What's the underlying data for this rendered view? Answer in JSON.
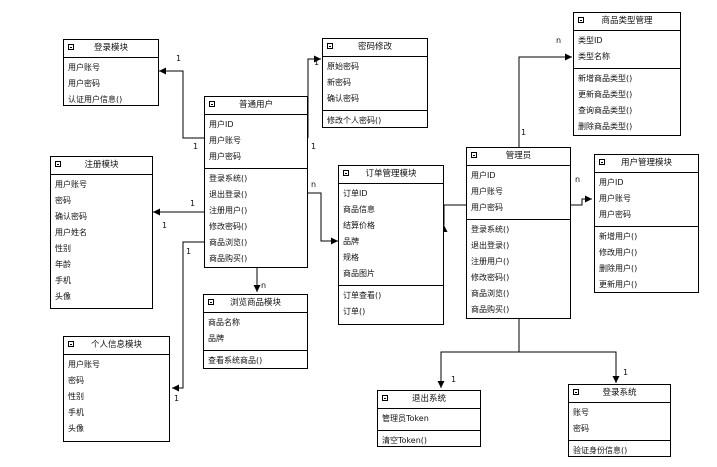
{
  "classes": [
    {
      "id": "login_module",
      "title": "登录模块",
      "attributes": [
        "用户账号",
        "用户密码",
        "认证用户信息()"
      ],
      "methods": []
    },
    {
      "id": "password_modify",
      "title": "密码修改",
      "attributes": [
        "原始密码",
        "新密码",
        "确认密码"
      ],
      "methods": [
        "修改个人密码()"
      ]
    },
    {
      "id": "product_type_mgmt",
      "title": "商品类型管理",
      "attributes": [
        "类型ID",
        "类型名称"
      ],
      "methods": [
        "新增商品类型()",
        "更新商品类型()",
        "查询商品类型()",
        "删除商品类型()"
      ]
    },
    {
      "id": "normal_user",
      "title": "普通用户",
      "attributes": [
        "用户ID",
        "用户账号",
        "用户密码"
      ],
      "methods": [
        "登录系统()",
        "退出登录()",
        "注册用户()",
        "修改密码()",
        "商品浏览()",
        "商品购买()"
      ]
    },
    {
      "id": "register_module",
      "title": "注册模块",
      "attributes": [
        "用户账号",
        "密码",
        "确认密码",
        "用户姓名",
        "性别",
        "年龄",
        "手机",
        "头像"
      ],
      "methods": []
    },
    {
      "id": "order_mgmt",
      "title": "订单管理模块",
      "attributes": [
        "订单ID",
        "商品信息",
        "结算价格",
        "品牌",
        "规格",
        "商品图片"
      ],
      "methods": [
        "订单查看()",
        "订单()"
      ]
    },
    {
      "id": "admin",
      "title": "管理员",
      "attributes": [
        "用户ID",
        "用户账号",
        "用户密码"
      ],
      "methods": [
        "登录系统()",
        "退出登录()",
        "注册用户()",
        "修改密码()",
        "商品浏览()",
        "商品购买()"
      ]
    },
    {
      "id": "user_mgmt",
      "title": "用户管理模块",
      "attributes": [
        "用户ID",
        "用户账号",
        "用户密码"
      ],
      "methods": [
        "新增用户()",
        "修改用户()",
        "删除用户()",
        "更新用户()"
      ]
    },
    {
      "id": "browse_products",
      "title": "浏览商品模块",
      "attributes": [
        "商品名称",
        "品牌"
      ],
      "methods": [
        "查看系统商品()"
      ]
    },
    {
      "id": "personal_info",
      "title": "个人信息模块",
      "attributes": [
        "用户账号",
        "密码",
        "性别",
        "手机",
        "头像"
      ],
      "methods": []
    },
    {
      "id": "logout_system",
      "title": "退出系统",
      "attributes": [
        "管理员Token"
      ],
      "methods": [
        "清空Token()"
      ]
    },
    {
      "id": "login_system",
      "title": "登录系统",
      "attributes": [
        "账号",
        "密码"
      ],
      "methods": [
        "验证身份信息()"
      ]
    }
  ],
  "multiplicities": [
    "1",
    "1",
    "1",
    "1",
    "1",
    "1",
    "1",
    "1",
    "n",
    "n",
    "1",
    "n",
    "n",
    "1",
    "1"
  ]
}
